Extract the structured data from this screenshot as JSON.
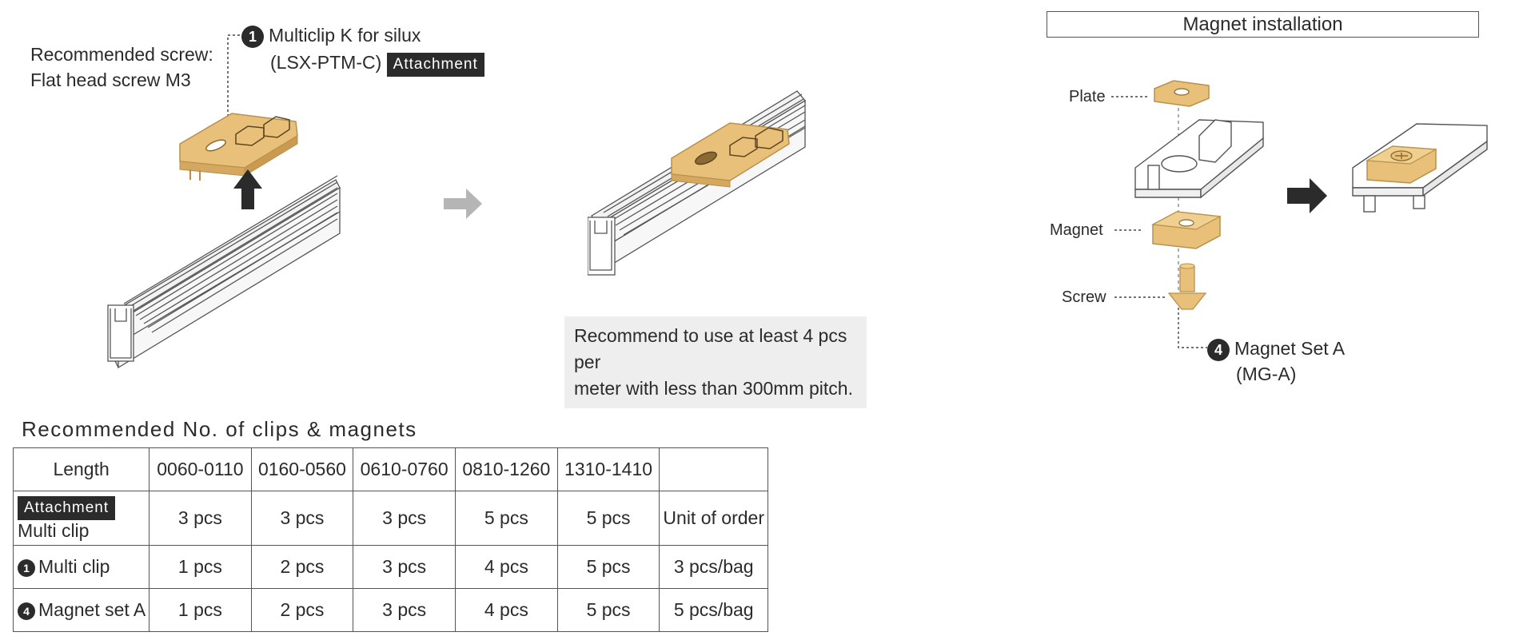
{
  "left_section": {
    "screw_note_line1": "Recommended screw:",
    "screw_note_line2": "Flat head screw M3",
    "clip_number": "1",
    "clip_name_line1": "Multiclip K for silux",
    "clip_name_line2": "(LSX-PTM-C)",
    "attachment_badge": "Attachment",
    "recommend_note_line1": "Recommend to use at least 4 pcs per",
    "recommend_note_line2": "meter with less than 300mm pitch."
  },
  "magnet_section": {
    "title": "Magnet installation",
    "label_plate": "Plate",
    "label_magnet": "Magnet",
    "label_screw": "Screw",
    "set_number": "4",
    "set_name_line1": "Magnet Set A",
    "set_name_line2": "(MG-A)"
  },
  "table": {
    "title": "Recommended No. of clips  & magnets",
    "header": [
      "Length",
      "0060-0110",
      "0160-0560",
      "0610-0760",
      "0810-1260",
      "1310-1410",
      ""
    ],
    "row_attachment": {
      "badge": "Attachment",
      "label": "Multi clip",
      "values": [
        "3 pcs",
        "3 pcs",
        "3 pcs",
        "5 pcs",
        "5 pcs",
        "Unit of order"
      ]
    },
    "row_multiclip": {
      "number": "1",
      "label": "Multi clip",
      "values": [
        "1 pcs",
        "2 pcs",
        "3 pcs",
        "4 pcs",
        "5 pcs",
        "3 pcs/bag"
      ]
    },
    "row_magnet": {
      "number": "4",
      "label": "Magnet set A",
      "values": [
        "1 pcs",
        "2 pcs",
        "3 pcs",
        "4 pcs",
        "5 pcs",
        "5 pcs/bag"
      ]
    }
  },
  "colors": {
    "gold": "#e8c07a",
    "gold_dark": "#b8904a",
    "dark": "#2b2b2b",
    "note_bg": "#eeeeee",
    "grey_arrow": "#b5b5b5"
  }
}
